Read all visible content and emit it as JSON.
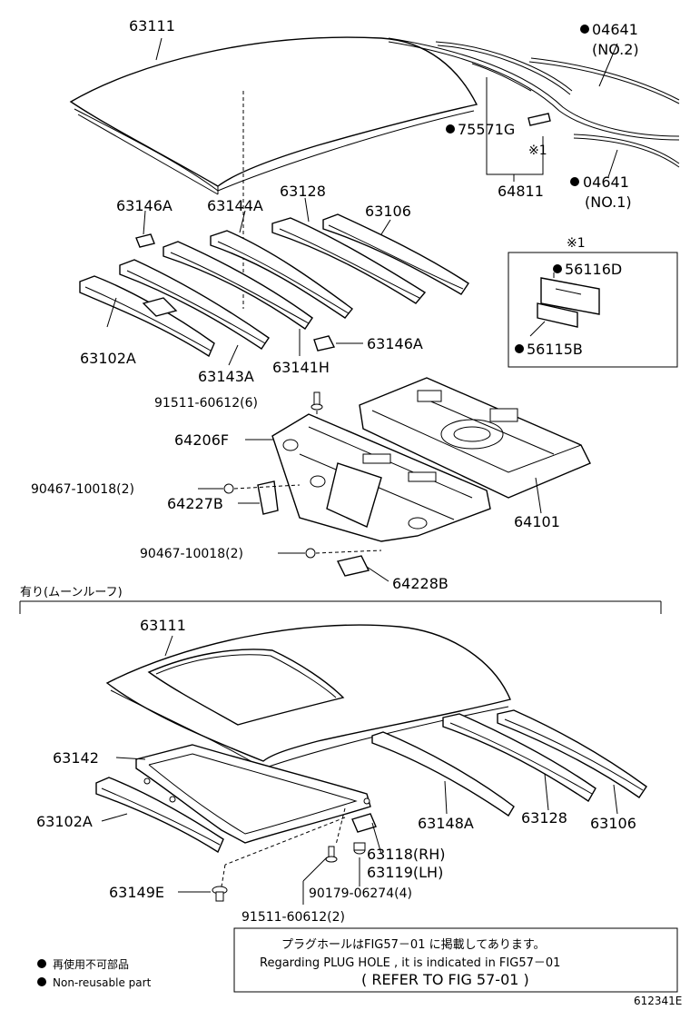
{
  "labels": {
    "p63111_top": "63111",
    "p04641_no2": "04641",
    "p04641_no2_sub": "(NO.2)",
    "p75571g": "75571G",
    "ref1_a": "※1",
    "p04641_no1": "04641",
    "p04641_no1_sub": "(NO.1)",
    "p64811": "64811",
    "p63146a_left": "63146A",
    "p63144a": "63144A",
    "p63128_top": "63128",
    "p63106_top": "63106",
    "ref1_b": "※1",
    "p56116d": "56116D",
    "p56115b": "56115B",
    "p63102a_top": "63102A",
    "p63143a": "63143A",
    "p63141h": "63141H",
    "p63146a_right": "63146A",
    "p91511_6": "91511-60612(6)",
    "p64206f": "64206F",
    "p90467_a": "90467-10018(2)",
    "p64227b": "64227B",
    "p64101": "64101",
    "p90467_b": "90467-10018(2)",
    "p64228b": "64228B",
    "section_moonroof": "有り(ムーンルーフ)",
    "p63111_bottom": "63111",
    "p63142": "63142",
    "p63102a_bottom": "63102A",
    "p63148a": "63148A",
    "p63128_bottom": "63128",
    "p63106_bottom": "63106",
    "p63118": "63118(RH)",
    "p63119": "63119(LH)",
    "p90179": "90179-06274(4)",
    "p63149e": "63149E",
    "p91511_2": "91511-60612(2)"
  },
  "legend": {
    "jp": "再使用不可部品",
    "en": "Non-reusable part"
  },
  "note": {
    "jp": "プラグホールはFIG57－01 に掲載してあります。",
    "en": "Regarding PLUG HOLE , it is indicated in FIG57－01",
    "ref": "(  REFER TO FIG 57-01 )"
  },
  "figure_code": "612341E"
}
